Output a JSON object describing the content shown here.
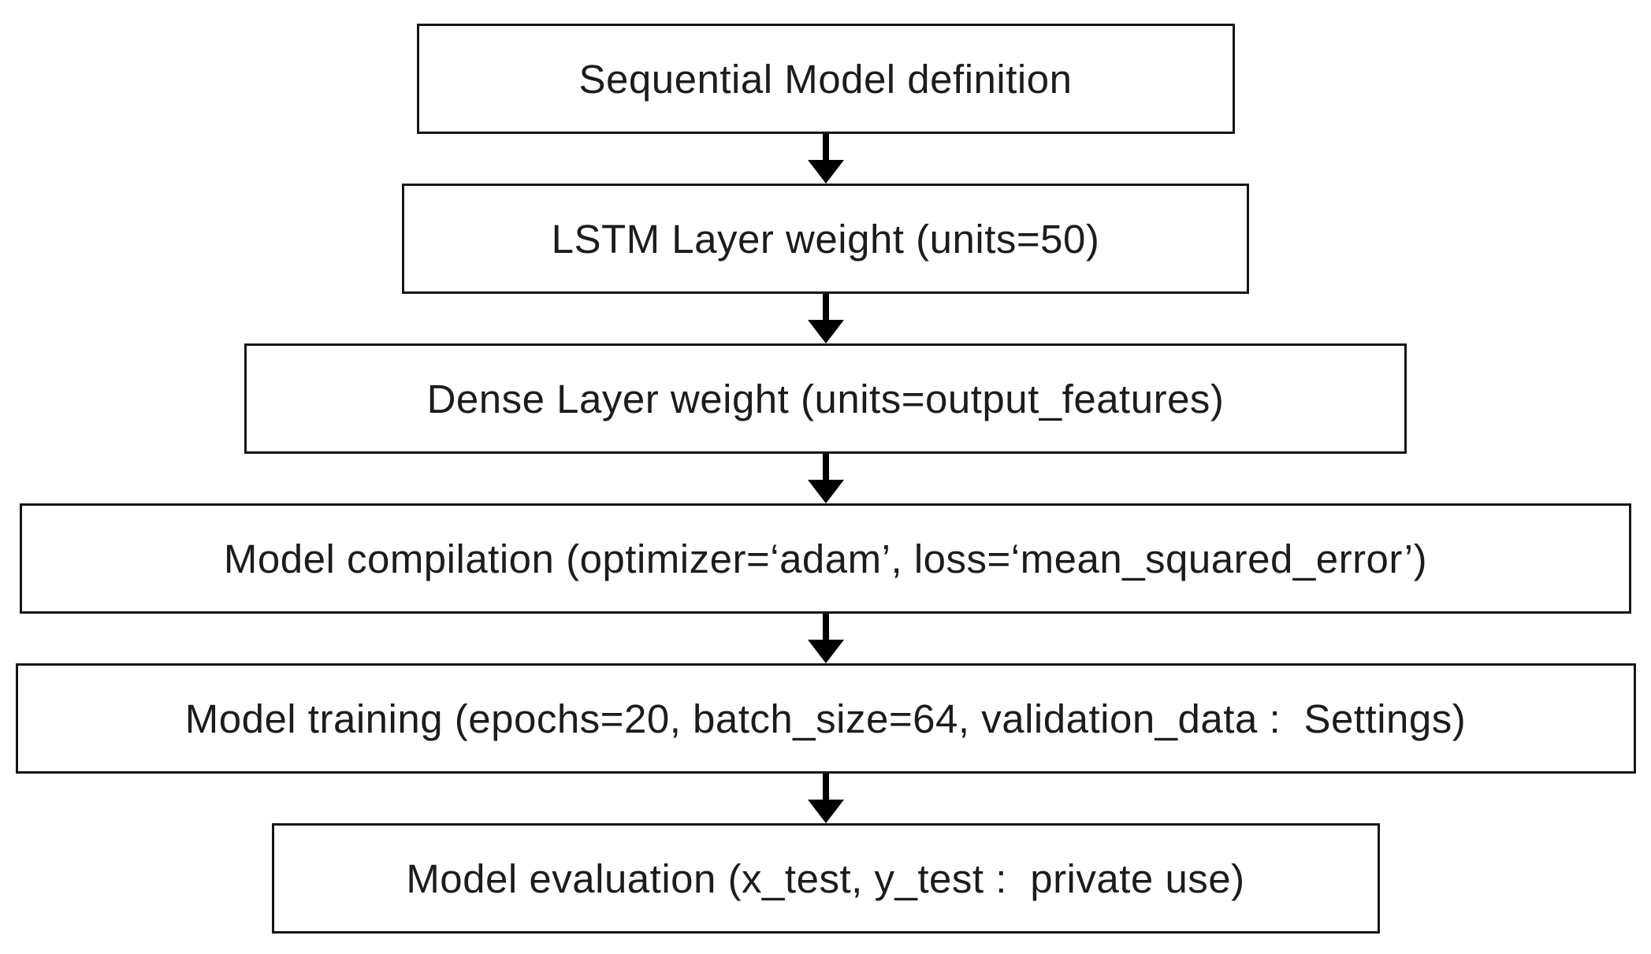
{
  "flowchart": {
    "type": "vertical-flowchart",
    "steps": [
      {
        "id": "sequential-model-definition",
        "label": "Sequential Model definition"
      },
      {
        "id": "lstm-layer-weight",
        "label": "LSTM Layer weight (units=50)"
      },
      {
        "id": "dense-layer-weight",
        "label": "Dense Layer weight (units=output_features)"
      },
      {
        "id": "model-compilation",
        "label": "Model compilation (optimizer=‘adam’, loss=‘mean_squared_error’)"
      },
      {
        "id": "model-training",
        "label": "Model training (epochs=20, batch_size=64, validation_data :  Settings)"
      },
      {
        "id": "model-evaluation",
        "label": "Model evaluation (x_test, y_test :  private use)"
      }
    ],
    "connector": "down-arrow",
    "colors": {
      "background": "#ffffff",
      "box_fill": "#ffffff",
      "box_border": "#161616",
      "text": "#1c1c1c",
      "arrow": "#000000"
    }
  }
}
